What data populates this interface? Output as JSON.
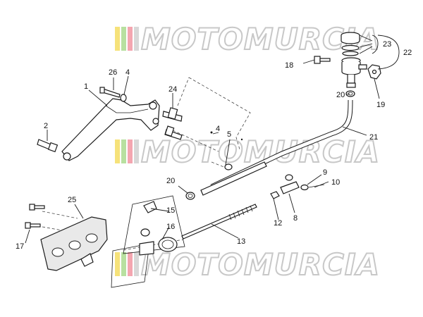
{
  "watermark": {
    "text": "MOTOMURCIA",
    "stripe_colors": [
      "#f6e27a",
      "#b8e0a0",
      "#f4a6b0",
      "#d8d8d8"
    ]
  },
  "callouts": [
    "1",
    "2",
    "4",
    "4",
    "5",
    "8",
    "9",
    "10",
    "12",
    "13",
    "15",
    "16",
    "17",
    "18",
    "19",
    "20",
    "20",
    "21",
    "22",
    "23",
    "24",
    "25",
    "26"
  ]
}
